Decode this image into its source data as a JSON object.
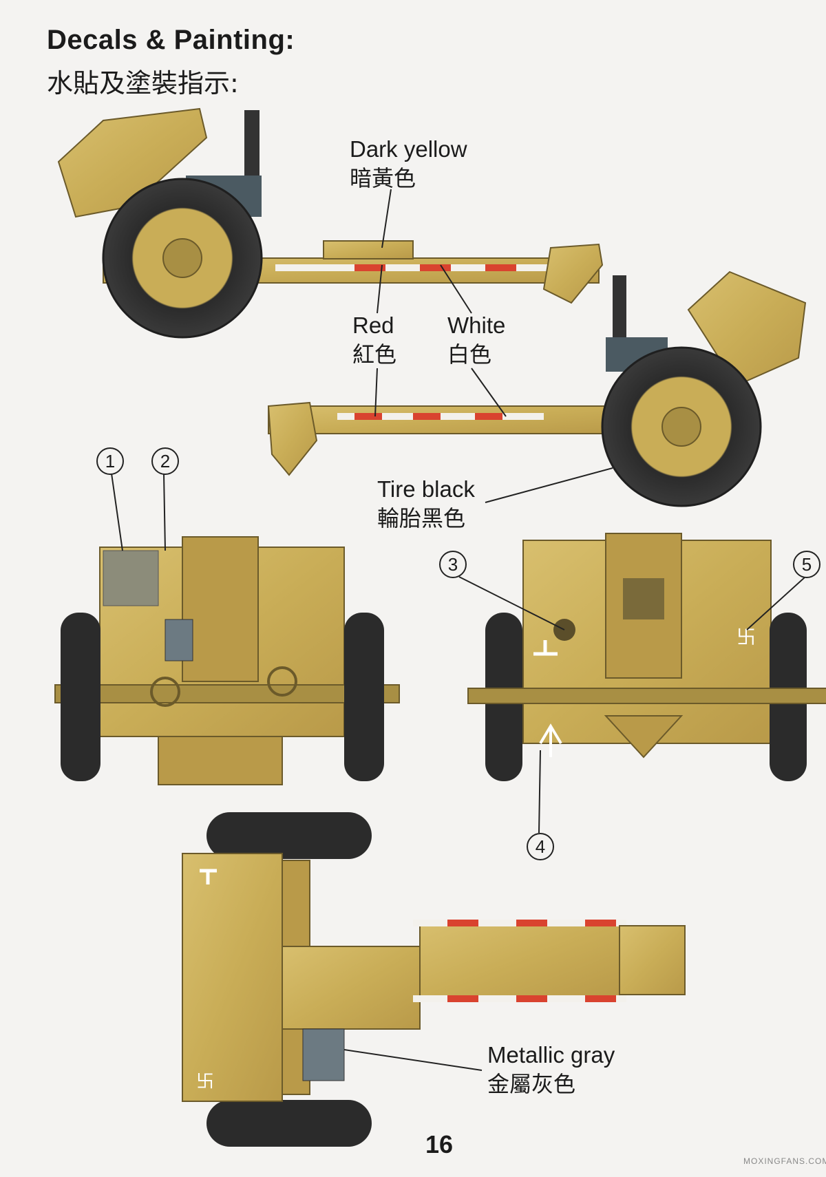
{
  "title": {
    "en": "Decals & Painting:",
    "zh": "水貼及塗裝指示:"
  },
  "labels": {
    "dark_yellow": {
      "en": "Dark yellow",
      "zh": "暗黃色"
    },
    "red": {
      "en": "Red",
      "zh": "紅色"
    },
    "white": {
      "en": "White",
      "zh": "白色"
    },
    "tire_black": {
      "en": "Tire black",
      "zh": "輪胎黑色"
    },
    "metallic_gray": {
      "en": "Metallic gray",
      "zh": "金屬灰色"
    }
  },
  "callouts": [
    "1",
    "2",
    "3",
    "4",
    "5"
  ],
  "page_number": "16",
  "watermark": "MOXINGFANS.COM",
  "colors": {
    "dark_yellow": "#c9ad57",
    "red": "#d9432f",
    "white": "#f3f1ec",
    "tire_black": "#2b2b2b",
    "metallic_gray": "#6c7a82"
  }
}
